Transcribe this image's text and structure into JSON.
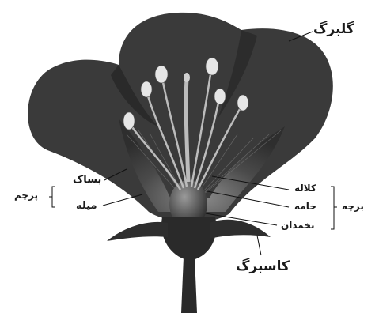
{
  "figure": {
    "labels": {
      "petal": "گلبرگ",
      "anther": "بساک",
      "filament": "میله",
      "stamen": "پرچم",
      "stigma": "کلاله",
      "style": "خامه",
      "ovary": "تخمدان",
      "pistil": "برچه",
      "sepal": "کاسبرگ"
    },
    "colors": {
      "petal": "#3a3a3a",
      "petal_shadow": "#1e1e1e",
      "anther": "#e6e6e6",
      "filament": "#bcbcbc",
      "stem": "#2a2a2a",
      "line": "#111111"
    }
  }
}
